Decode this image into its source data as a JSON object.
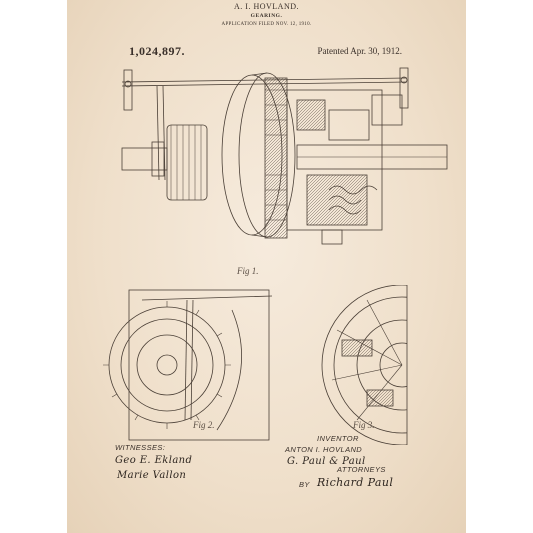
{
  "header": {
    "inventor_name": "A. I. HOVLAND.",
    "title": "GEARING.",
    "application": "APPLICATION FILED NOV. 12, 1910.",
    "patent_number": "1,024,897.",
    "patented": "Patented Apr. 30, 1912."
  },
  "figures": {
    "fig1": "Fig 1.",
    "fig2": "Fig 2.",
    "fig3": "Fig 3."
  },
  "signatures": {
    "witnesses_label": "WITNESSES:",
    "witness_1": "Geo E. Ekland",
    "witness_2": "Marie Vallon",
    "inventor_label": "INVENTOR",
    "inventor": "ANTON I. HOVLAND",
    "attorney_firm": "G. Paul & Paul",
    "attorneys_label": "ATTORNEYS",
    "by": "BY",
    "by_signature": "Richard Paul"
  },
  "colors": {
    "paper": "#efdfca",
    "ink": "#3a302a"
  }
}
